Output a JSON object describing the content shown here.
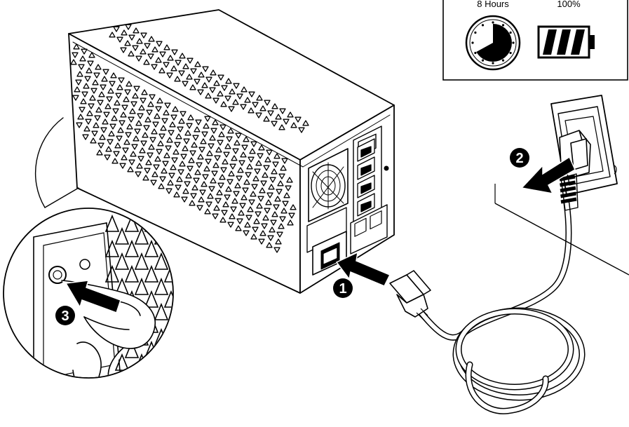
{
  "info_panel": {
    "charge_time": "8 Hours",
    "charge_level": "100%",
    "clock_fill_fraction": 0.67,
    "battery_fill_fraction": 1.0
  },
  "steps": [
    {
      "number": "1",
      "description_icon": "plug-into-ups-inlet"
    },
    {
      "number": "2",
      "description_icon": "plug-into-wall-socket"
    },
    {
      "number": "3",
      "description_icon": "press-power-button"
    }
  ],
  "colors": {
    "line": "#000000",
    "background": "#ffffff",
    "badge": "#000000"
  }
}
